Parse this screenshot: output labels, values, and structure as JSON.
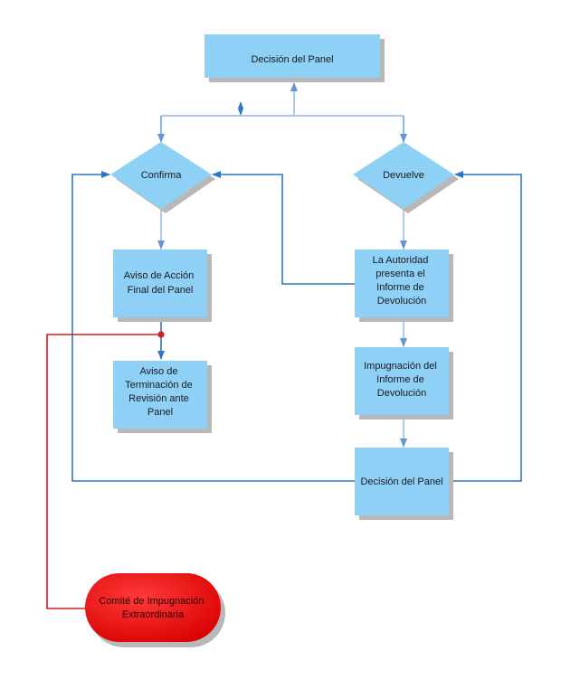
{
  "colors": {
    "box_fill": "#8fd0f7",
    "box_shadow": "#b8b8b8",
    "connector": "#2e75c3",
    "connector_light": "#8fb6e0",
    "terminal_fill": "#e60000",
    "terminal_line": "#d32020"
  },
  "nodes": {
    "top_decision": "Decisión del Panel",
    "confirma": "Confirma",
    "devuelve": "Devuelve",
    "aviso_accion": [
      "Aviso de Acción",
      "Final del Panel"
    ],
    "aviso_terminacion": [
      "Aviso de",
      "Terminación de",
      "Revisión ante",
      "Panel"
    ],
    "autoridad": [
      "La Autoridad",
      "presenta el",
      "Informe de",
      "Devolución"
    ],
    "impugnacion": [
      "Impugnación del",
      "Informe de",
      "Devolución"
    ],
    "decision_bottom": "Decisión del Panel",
    "comite": [
      "Comité de Impugnación",
      "Extraordinaria"
    ]
  }
}
